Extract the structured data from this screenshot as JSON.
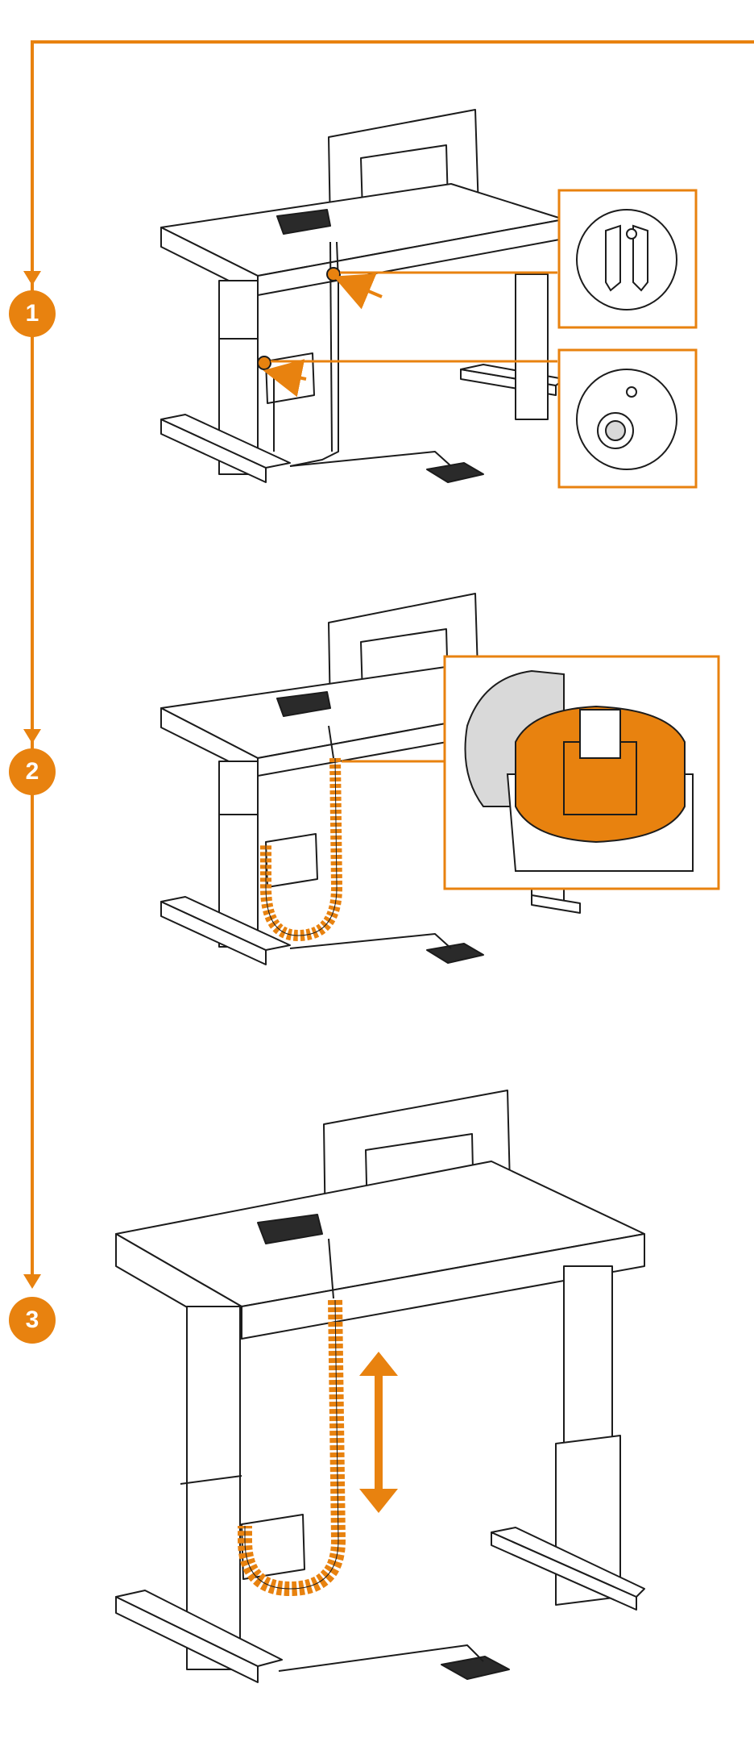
{
  "colors": {
    "accent": "#E8820F",
    "line": "#1c1c1c",
    "fill": "#ffffff",
    "shade": "#d9d9d9",
    "darkshade": "#2a2a2a"
  },
  "steps": [
    {
      "label": "1"
    },
    {
      "label": "2"
    },
    {
      "label": "3"
    }
  ],
  "icons": [
    "desk-illustration",
    "monitor-icon",
    "keyboard-icon",
    "cable-clip-icon",
    "cable-spine-icon",
    "power-socket-icon",
    "floor-box-icon",
    "height-adjust-arrow-icon",
    "timeline-arrow-icon"
  ]
}
